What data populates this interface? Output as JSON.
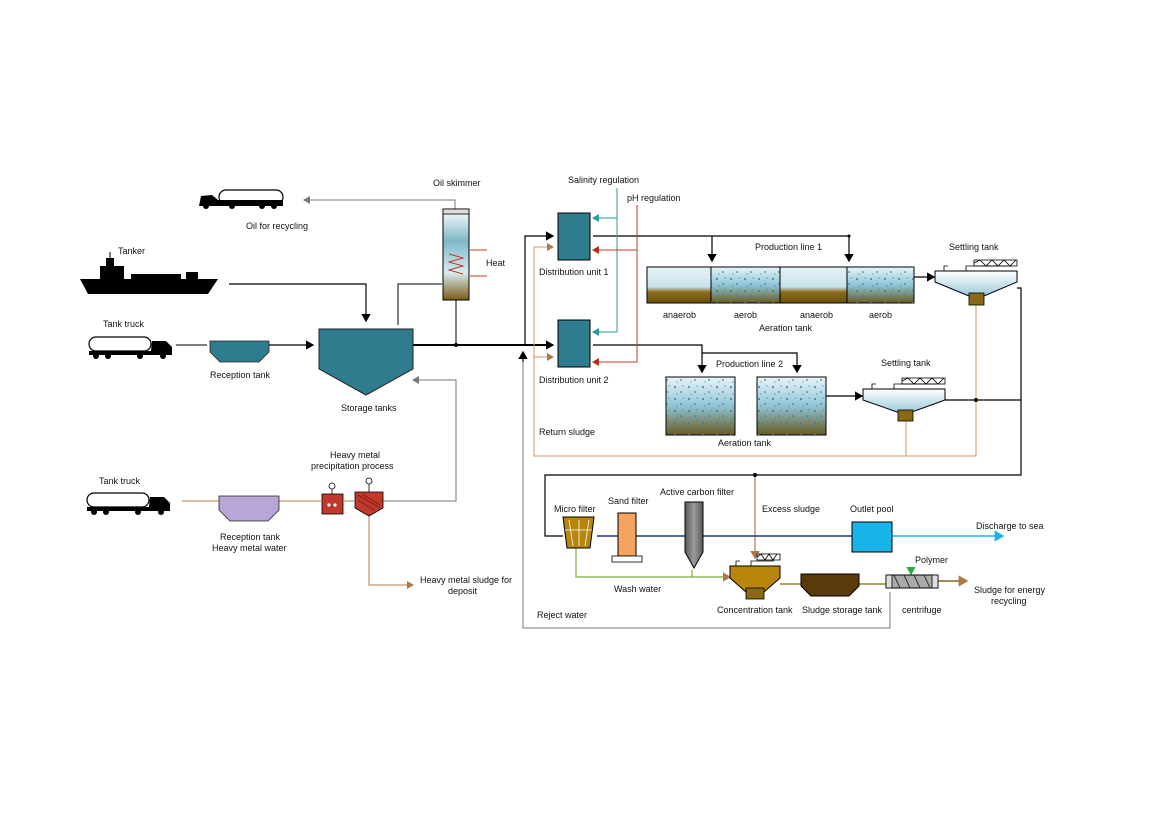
{
  "labels": {
    "oil_skimmer": "Oil skimmer",
    "oil_for_recycling": "Oil for recycling",
    "tanker": "Tanker",
    "tank_truck_1": "Tank truck",
    "reception_tank_1": "Reception tank",
    "storage_tanks": "Storage tanks",
    "heat": "Heat",
    "salinity_regulation": "Salinity regulation",
    "ph_regulation": "pH regulation",
    "distribution_unit_1": "Distribution unit 1",
    "distribution_unit_2": "Distribution unit 2",
    "production_line_1": "Production line 1",
    "production_line_2": "Production line 2",
    "settling_tank_1": "Settling tank",
    "settling_tank_2": "Settling tank",
    "anaerob_1": "anaerob",
    "aerob_1": "aerob",
    "anaerob_2": "anaerob",
    "aerob_2": "aerob",
    "aeration_tank_1": "Aeration tank",
    "aeration_tank_2": "Aeration tank",
    "return_sludge": "Return sludge",
    "tank_truck_2": "Tank truck",
    "hm_process_line1": "Heavy metal",
    "hm_process_line2": "precipitation process",
    "reception_tank_2": "Reception tank",
    "heavy_metal_water": "Heavy metal water",
    "hm_sludge_line1": "Heavy metal sludge for",
    "hm_sludge_line2": "deposit",
    "micro_filter": "Micro filter",
    "sand_filter": "Sand filter",
    "active_carbon_filter": "Active carbon filter",
    "excess_sludge": "Excess sludge",
    "outlet_pool": "Outlet pool",
    "discharge_to_sea": "Discharge to sea",
    "wash_water": "Wash water",
    "polymer": "Polymer",
    "sludge_energy_line1": "Sludge for energy",
    "sludge_energy_line2": "recycling",
    "concentration_tank": "Concentration tank",
    "sludge_storage_tank": "Sludge storage tank",
    "centrifuge": "centrifuge",
    "reject_water": "Reject water"
  },
  "colors": {
    "water_teal": "#2e7d8e",
    "water_light": "#a8d8e8",
    "sludge_brown": "#8b6914",
    "return_line": "#c89a6a",
    "salinity_line": "#2b9a9a",
    "ph_line": "#c0392b",
    "outlet_blue": "#19b4ea",
    "heavy_metal_purple": "#b7a6d6",
    "sand_orange": "#f4a460",
    "carbon_grey": "#7f7f7f",
    "green_line": "#7daa3c"
  }
}
